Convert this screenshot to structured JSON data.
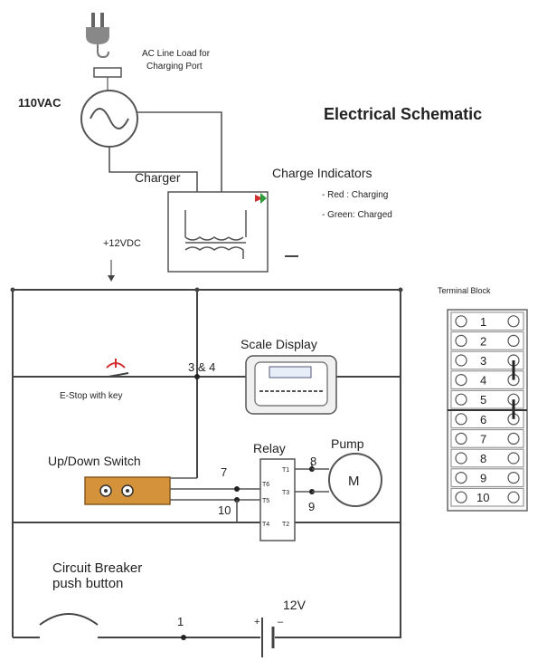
{
  "title": "Electrical Schematic",
  "ac_label": "AC Line Load for\nCharging Port",
  "ac_label_lines": [
    "AC Line Load for",
    "Charging Port"
  ],
  "voltage_ac": "110VAC",
  "charger_label": "Charger",
  "charge_indicators": {
    "title": "Charge Indicators",
    "red": "- Red   : Charging",
    "green": "- Green: Charged"
  },
  "dc_label": "+12VDC",
  "estop_label": "E-Stop with key",
  "junction_34": "3 & 4",
  "scale_display_label": "Scale Display",
  "updown_label": "Up/Down Switch",
  "relay": {
    "label": "Relay",
    "pins_left": [
      "T6",
      "T5",
      "T4"
    ],
    "pins_right": [
      "T1",
      "T3",
      "T2"
    ]
  },
  "pump_label": "Pump",
  "motor_label": "M",
  "wire_numbers": {
    "w7": "7",
    "w10": "10",
    "w8": "8",
    "w9": "9",
    "w1": "1"
  },
  "breaker_lines": [
    "Circuit Breaker",
    "push button"
  ],
  "battery_label": "12V",
  "battery_plus": "+",
  "battery_minus": "–",
  "terminal_block": {
    "title": "Terminal Block",
    "terminals": [
      "1",
      "2",
      "3",
      "4",
      "5",
      "6",
      "7",
      "8",
      "9",
      "10"
    ]
  },
  "colors": {
    "switch_body": "#d4923a",
    "estop_red": "#d23030",
    "led_red": "#d03030",
    "led_green": "#2e9a3c"
  }
}
